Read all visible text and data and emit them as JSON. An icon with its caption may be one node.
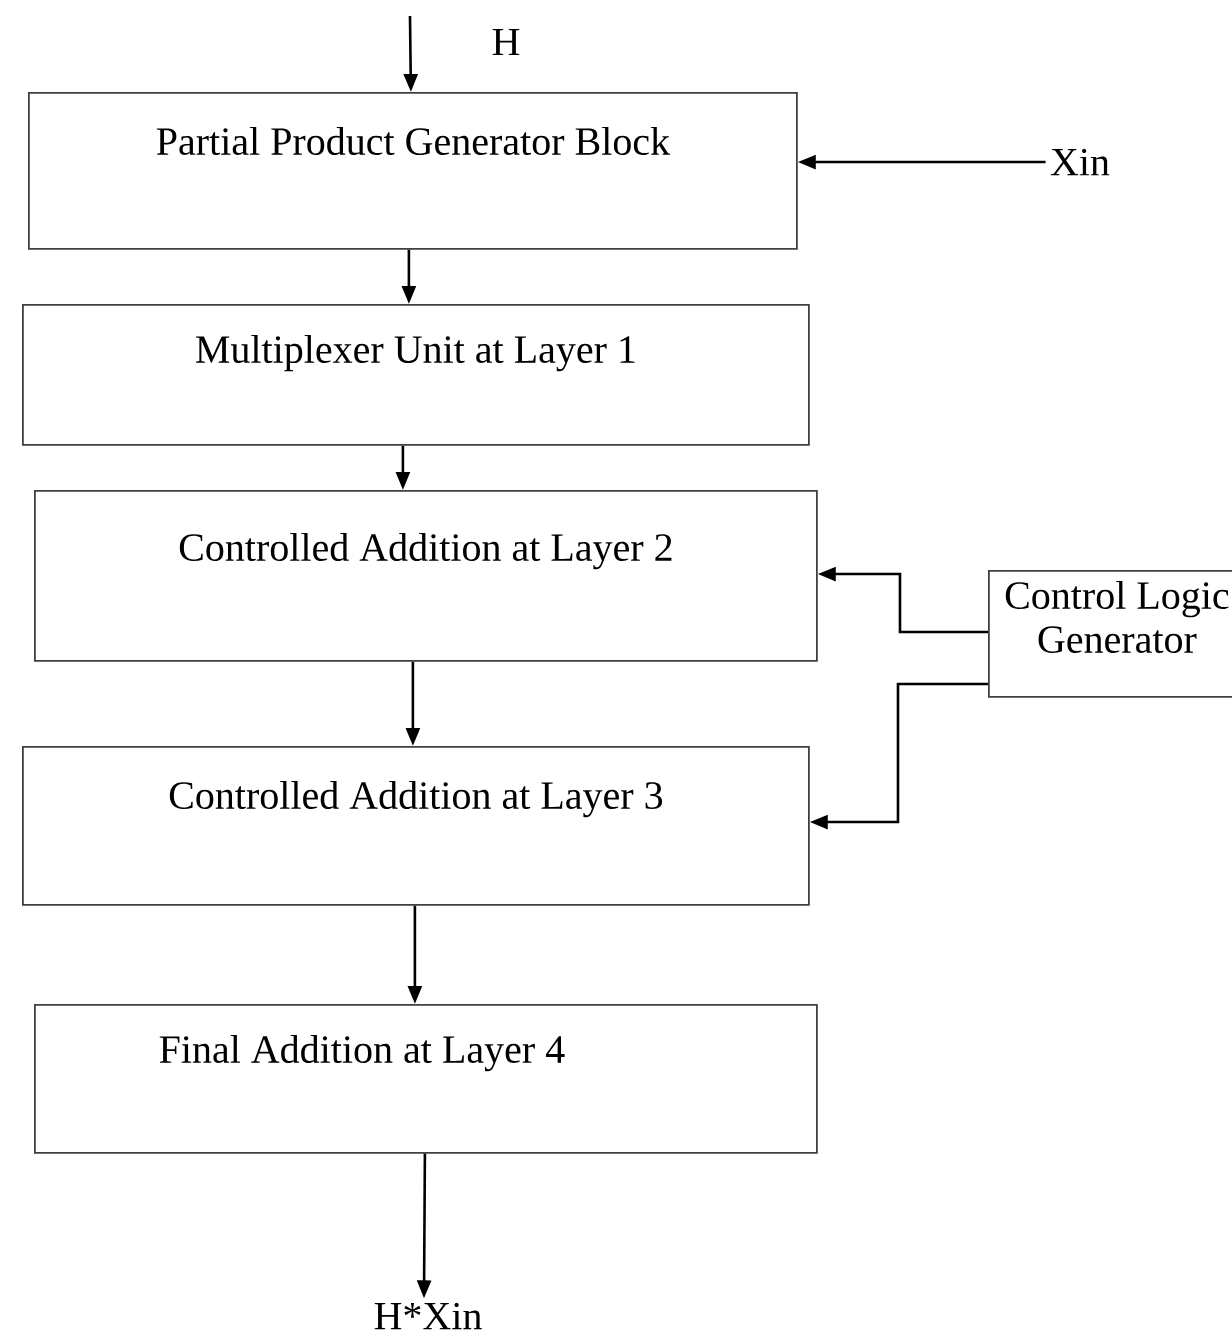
{
  "diagram": {
    "nodes": [
      {
        "text": [
          "Partial Product Generator Block"
        ]
      },
      {
        "text": [
          "Multiplexer Unit at Layer 1"
        ]
      },
      {
        "text": [
          "Controlled Addition at Layer 2"
        ]
      },
      {
        "text": [
          "Controlled Addition at Layer 3"
        ]
      },
      {
        "text": [
          "Final Addition at Layer 4"
        ]
      },
      {
        "text": [
          "Control Logic Generator"
        ]
      },
      {
        "text": [
          "Xin"
        ]
      },
      {
        "text": [
          "H*Xin"
        ]
      }
    ],
    "edges": [
      {
        "from": null,
        "to": 0,
        "arrow": "to"
      },
      {
        "from": 6,
        "to": 0,
        "arrow": "to"
      },
      {
        "from": 0,
        "to": 1,
        "arrow": "to"
      },
      {
        "from": 1,
        "to": 2,
        "arrow": "to"
      },
      {
        "from": 2,
        "to": 3,
        "arrow": "to"
      },
      {
        "from": 3,
        "to": 4,
        "arrow": "to"
      },
      {
        "from": 5,
        "to": 2,
        "arrow": "to"
      },
      {
        "from": 5,
        "to": 3,
        "arrow": "to"
      },
      {
        "from": 4,
        "to": 7,
        "arrow": "to"
      }
    ],
    "labels": [
      "H"
    ]
  }
}
